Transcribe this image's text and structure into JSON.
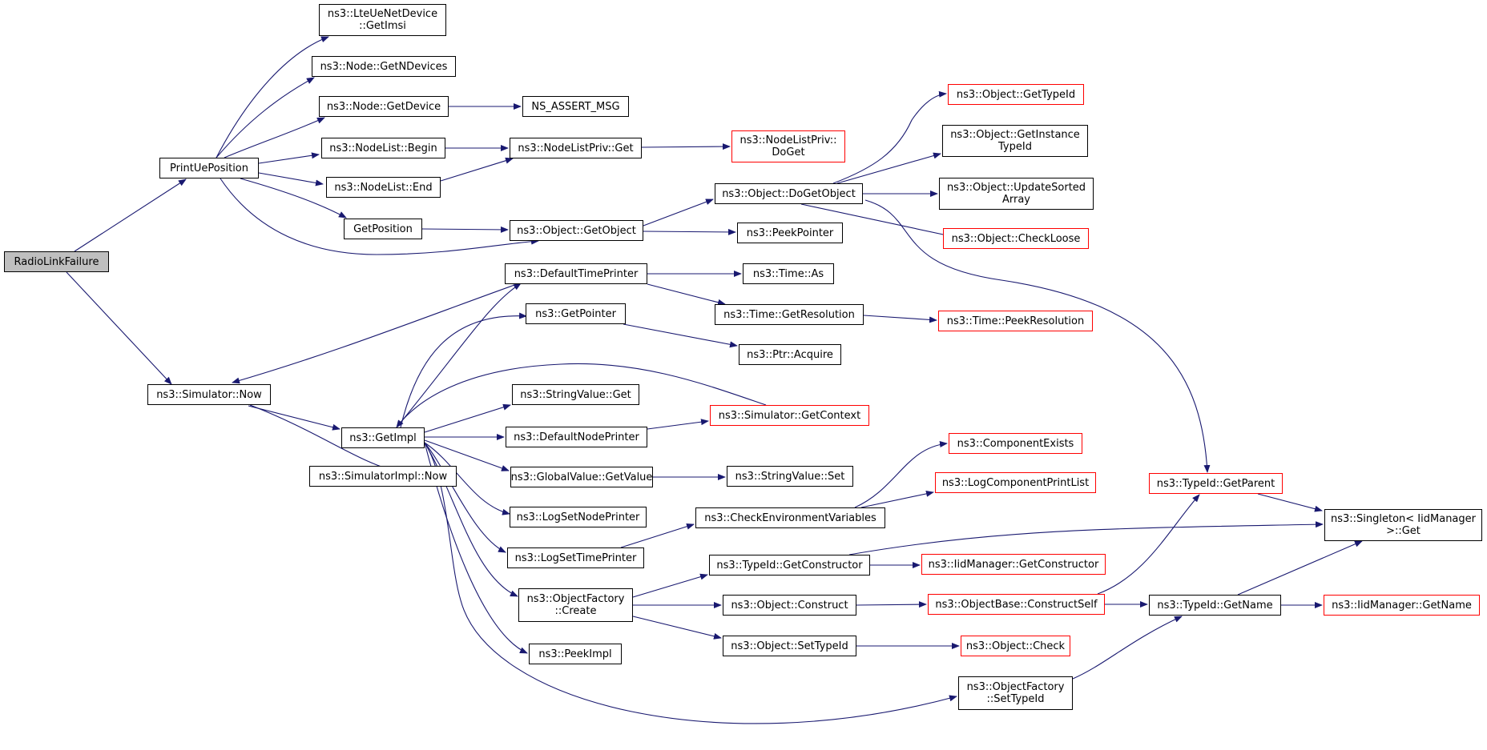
{
  "colors": {
    "edge": "#191970",
    "node_border": "#000000",
    "external_border": "#ff0000",
    "root_fill": "#bfbfbf"
  },
  "nodes": {
    "radio": "RadioLinkFailure",
    "printue": "PrintUePosition",
    "lte": "ns3::LteUeNetDevice\n::GetImsi",
    "getn": "ns3::Node::GetNDevices",
    "getdev": "ns3::Node::GetDevice",
    "nsassert": "NS_ASSERT_MSG",
    "nlbegin": "ns3::NodeList::Begin",
    "nlend": "ns3::NodeList::End",
    "nlpget": "ns3::NodeListPriv::Get",
    "nlpdoget": "ns3::NodeListPriv::\nDoGet",
    "getpos": "GetPosition",
    "getobj": "ns3::Object::GetObject",
    "dogetobj": "ns3::Object::DoGetObject",
    "peekptr": "ns3::PeekPointer",
    "gettypeid": "ns3::Object::GetTypeId",
    "getinst": "ns3::Object::GetInstance\nTypeId",
    "updsort": "ns3::Object::UpdateSorted\nArray",
    "checkloose": "ns3::Object::CheckLoose",
    "simnow": "ns3::Simulator::Now",
    "simimplnow": "ns3::SimulatorImpl::Now",
    "getimpl": "ns3::GetImpl",
    "deftime": "ns3::DefaultTimePrinter",
    "timeas": "ns3::Time::As",
    "getres": "ns3::Time::GetResolution",
    "peekres": "ns3::Time::PeekResolution",
    "getptr": "ns3::GetPointer",
    "ptracq": "ns3::Ptr::Acquire",
    "strget": "ns3::StringValue::Get",
    "defnode": "ns3::DefaultNodePrinter",
    "simctx": "ns3::Simulator::GetContext",
    "gvget": "ns3::GlobalValue::GetValue",
    "strset": "ns3::StringValue::Set",
    "compex": "ns3::ComponentExists",
    "logcomp": "ns3::LogComponentPrintList",
    "checkenv": "ns3::CheckEnvironmentVariables",
    "lognode": "ns3::LogSetNodePrinter",
    "logtime": "ns3::LogSetTimePrinter",
    "tidctor": "ns3::TypeId::GetConstructor",
    "iidctor": "ns3::IidManager::GetConstructor",
    "objfcreate": "ns3::ObjectFactory\n::Create",
    "objconstruct": "ns3::Object::Construct",
    "objbase": "ns3::ObjectBase::ConstructSelf",
    "tidname": "ns3::TypeId::GetName",
    "iidname": "ns3::IidManager::GetName",
    "objsettid": "ns3::Object::SetTypeId",
    "objcheck": "ns3::Object::Check",
    "peekimpl": "ns3::PeekImpl",
    "objfset": "ns3::ObjectFactory\n::SetTypeId",
    "tidparent": "ns3::TypeId::GetParent",
    "singleton": "ns3::Singleton< IidManager\n>::Get"
  }
}
